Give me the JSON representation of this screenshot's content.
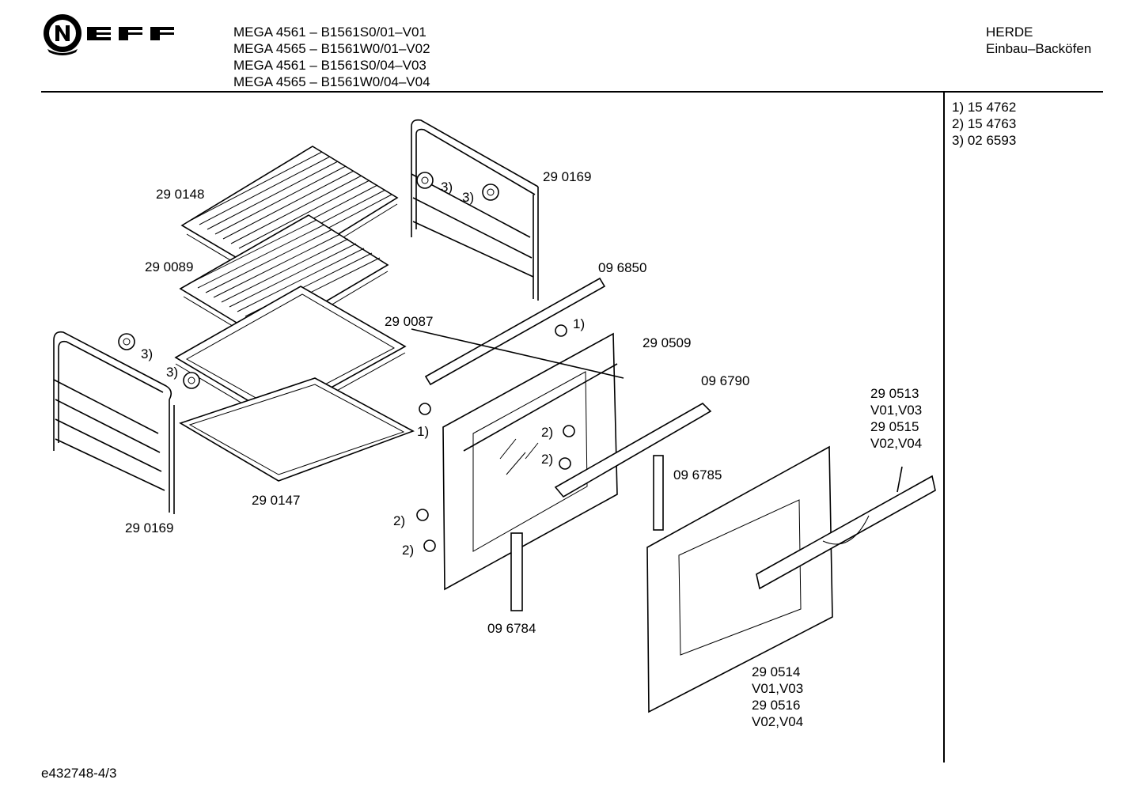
{
  "brand": {
    "name": "NEFF"
  },
  "header": {
    "models": [
      "MEGA 4561 – B1561S0/01–V01",
      "MEGA 4565 – B1561W0/01–V02",
      "MEGA 4561 – B1561S0/04–V03",
      "MEGA 4565 – B1561W0/04–V04"
    ],
    "category": [
      "HERDE",
      "Einbau–Backöfen"
    ]
  },
  "references": [
    "1)  15 4762",
    "2)  15 4763",
    "3)  02 6593"
  ],
  "parts": [
    "29 0148",
    "29 0089",
    "29 0087",
    "29 0147",
    "29 0169",
    "29 0169",
    "09 6850",
    "29 0509",
    "09 6790",
    "09 6785",
    "09 6784",
    "29 0513",
    "V01,V03",
    "29 0515",
    "V02,V04",
    "29 0514",
    "V01,V03",
    "29 0516",
    "V02,V04"
  ],
  "callouts": [
    "3)",
    "3)",
    "3)",
    "3)",
    "1)",
    "1)",
    "2)",
    "2)",
    "2)",
    "2)"
  ],
  "footer": {
    "drawing_id": "e432748-4/3"
  }
}
